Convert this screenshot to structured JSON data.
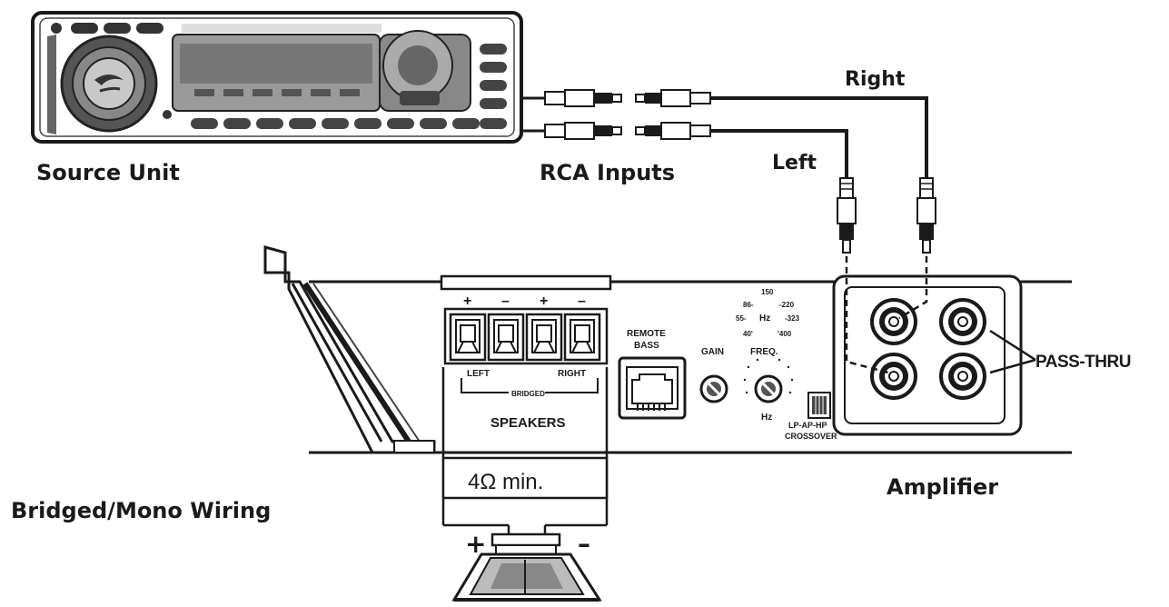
{
  "labels": {
    "source_unit": "Source Unit",
    "rca_inputs": "RCA Inputs",
    "right": "Right",
    "left": "Left",
    "amplifier": "Amplifier",
    "bridged_mono": "Bridged/Mono Wiring",
    "pass_thru": "PASS-THRU",
    "speakers": "SPEAKERS",
    "left_terminal": "LEFT",
    "right_terminal": "RIGHT",
    "bridged": "BRIDGED",
    "remote_bass_1": "REMOTE",
    "remote_bass_2": "BASS",
    "gain": "GAIN",
    "freq": "FREQ.",
    "hz": "Hz",
    "hz_top": "Hz",
    "crossover_1": "LP-AP-HP",
    "crossover_2": "CROSSOVER",
    "impedance": "4Ω min.",
    "plus": "+",
    "minus": "–"
  },
  "terminal_polarity": [
    "+",
    "–",
    "+",
    "–"
  ],
  "freq_ticks": [
    "150",
    "86-",
    "-220",
    "55-",
    "-323",
    "40'",
    "'400"
  ]
}
